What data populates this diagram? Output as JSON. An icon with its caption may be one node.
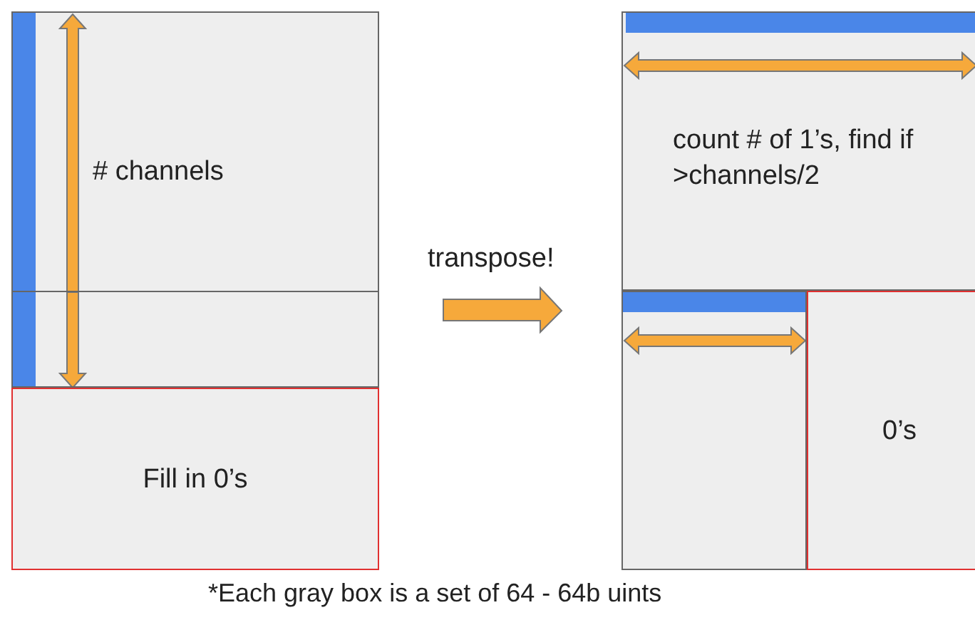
{
  "diagram": {
    "caption": "*Each gray box is a set of 64 - 64b uints",
    "nodes": [
      {
        "text": [
          "# channels"
        ]
      },
      {
        "text": [],
        "shape": "box"
      },
      {
        "text": [
          "Fill in 0’s"
        ]
      },
      {
        "text": [
          "count # of 1’s, find if >channels/2"
        ]
      },
      {
        "text": [],
        "shape": "box"
      },
      {
        "text": [
          "0’s"
        ]
      }
    ],
    "edges": [],
    "labels": [
      "transpose!"
    ]
  }
}
